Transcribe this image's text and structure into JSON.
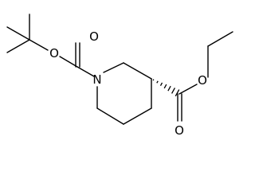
{
  "molecule": {
    "atoms": {
      "n1": "N",
      "o_carbamate_ether": "O",
      "o_carbamate_carbonyl": "O",
      "o_ester_ether": "O",
      "o_ester_carbonyl": "O"
    },
    "stereo_bond": "hashed-wedge"
  }
}
